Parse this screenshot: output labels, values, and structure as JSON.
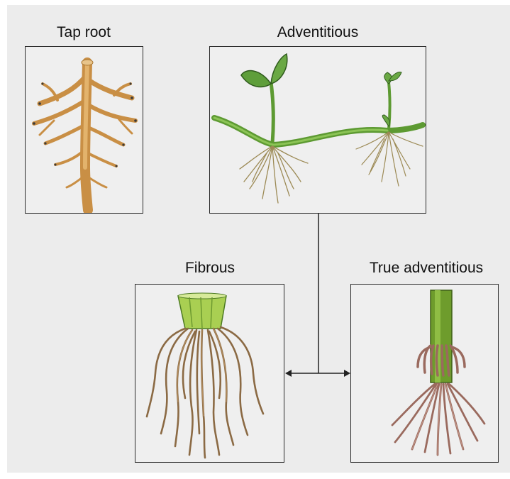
{
  "colors": {
    "background": "#ececec",
    "box_border": "#2a2a2a",
    "taproot": "#d9a45a",
    "leaf_green": "#5e9e3a",
    "stem_green": "#6aa33a",
    "fibrous_root": "#8b6a44",
    "adventitious_root": "#9a6a5e"
  },
  "diagram": {
    "nodes": [
      {
        "id": "taproot",
        "title": "Tap root"
      },
      {
        "id": "adventitious",
        "title": "Adventitious"
      },
      {
        "id": "fibrous",
        "title": "Fibrous"
      },
      {
        "id": "true_adventitious",
        "title": "True adventitious"
      }
    ],
    "edges": [
      {
        "from": "adventitious",
        "to": "fibrous",
        "arrow": "to"
      },
      {
        "from": "adventitious",
        "to": "true_adventitious",
        "arrow": "to"
      }
    ]
  }
}
